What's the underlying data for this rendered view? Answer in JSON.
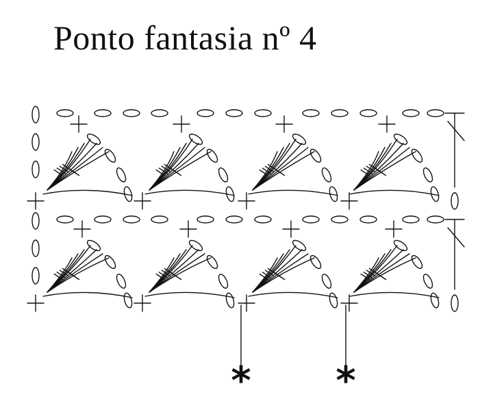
{
  "title": "Ponto fantasia nº 4",
  "colors": {
    "background": "#ffffff",
    "ink": "#111111"
  },
  "symbols": {
    "chain": "chain-oval-symbol",
    "single_crochet": "plus-symbol",
    "double_crochet": "crossed-stem-symbol",
    "repeat_marker": "asterisk-symbol"
  },
  "markers": [
    "*",
    "*"
  ]
}
